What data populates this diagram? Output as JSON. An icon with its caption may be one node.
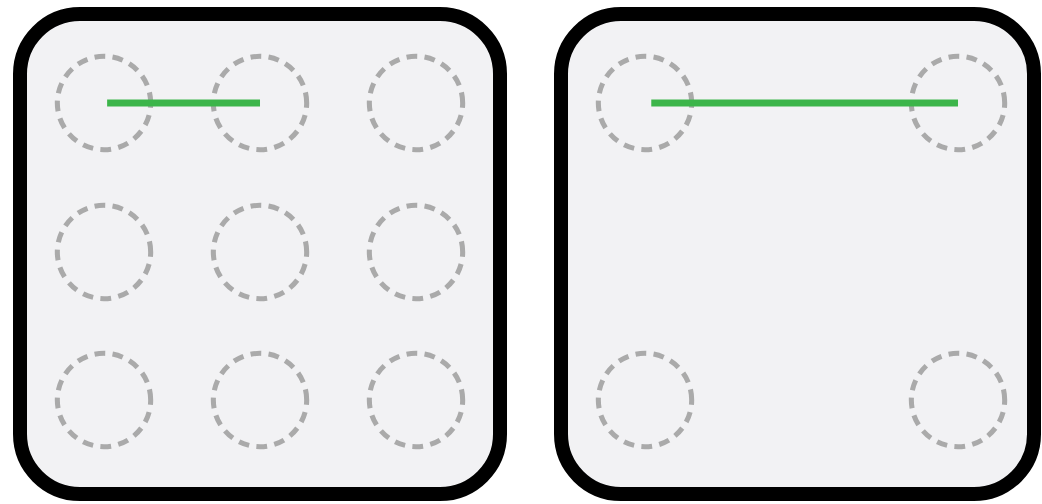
{
  "diagram": {
    "nodes": [
      {
        "text": [],
        "shape": "box"
      },
      {
        "text": [],
        "shape": "circle",
        "in": 0
      },
      {
        "text": [],
        "shape": "circle",
        "in": 0
      },
      {
        "text": [],
        "shape": "circle",
        "in": 0
      },
      {
        "text": [],
        "shape": "circle",
        "in": 0
      },
      {
        "text": [],
        "shape": "circle",
        "in": 0
      },
      {
        "text": [],
        "shape": "circle",
        "in": 0
      },
      {
        "text": [],
        "shape": "circle",
        "in": 0
      },
      {
        "text": [],
        "shape": "circle",
        "in": 0
      },
      {
        "text": [],
        "shape": "circle",
        "in": 0
      },
      {
        "text": [],
        "shape": "box"
      },
      {
        "text": [],
        "shape": "circle",
        "in": 10
      },
      {
        "text": [],
        "shape": "circle",
        "in": 10
      },
      {
        "text": [],
        "shape": "circle",
        "in": 10
      },
      {
        "text": [],
        "shape": "circle",
        "in": 10
      }
    ],
    "edges": [
      {
        "from": 1,
        "to": 2,
        "arrow": "none"
      },
      {
        "from": 11,
        "to": 12,
        "arrow": "none"
      }
    ]
  }
}
